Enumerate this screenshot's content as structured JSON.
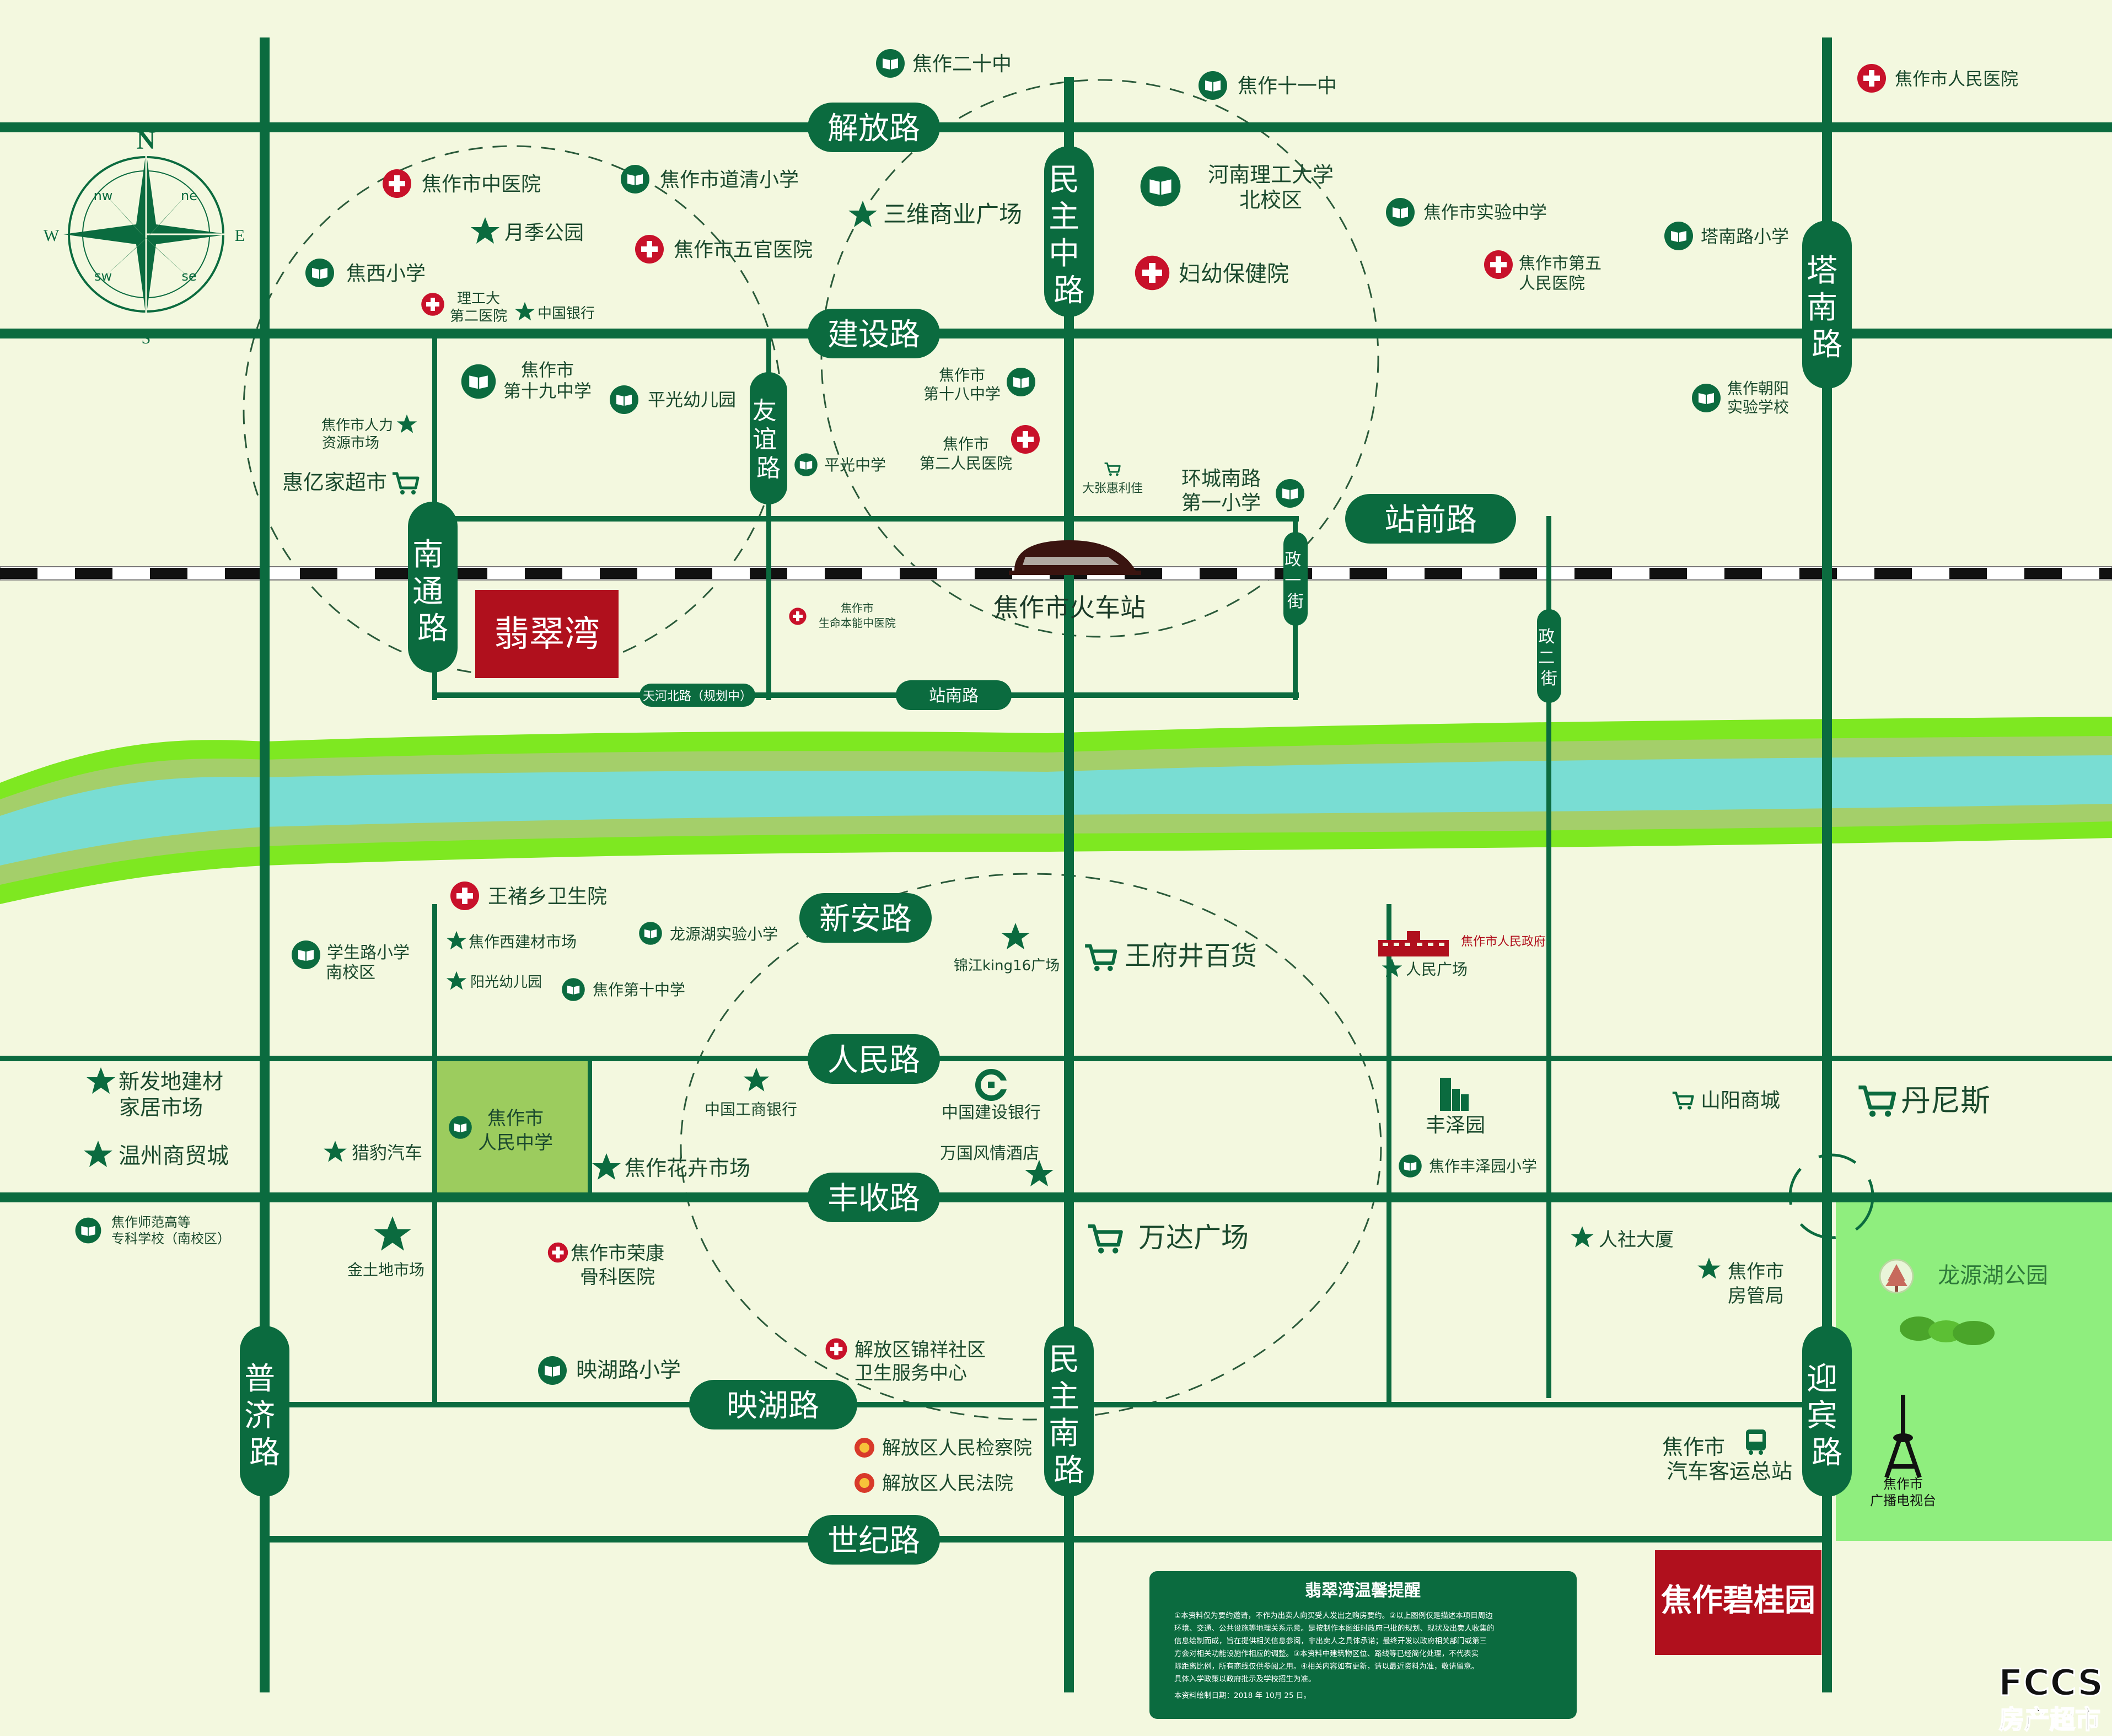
{
  "colors": {
    "background": "#f3f8df",
    "road": "#0b6b3f",
    "road_label": "#ffffff",
    "poi_text": "#1b4a2e",
    "hospital": "#c8112a",
    "school": "#0b6b3f",
    "river_water": "#79ddd3",
    "river_bank_outer": "#7ee821",
    "river_bank_inner": "#a4cf6a",
    "project_red": "#b0101d",
    "park": "#8fee7e",
    "school_highlight": "#9ccc5e"
  },
  "roads": {
    "jiefang": "解放路",
    "jianshe": "建设路",
    "zhanqian": "站前路",
    "xinan": "新安路",
    "renmin": "人民路",
    "fengshou": "丰收路",
    "yinghu": "映湖路",
    "shiji": "世纪路",
    "minzhu_zhong": "民主中路",
    "minzhu_nan": "民主南路",
    "tanan": "塔南路",
    "yingbin": "迎宾路",
    "nantong": "南通路",
    "puji": "普济路",
    "youyi": "友谊路",
    "zhengyi": "政一街",
    "zhenger": "政二街",
    "tianhe": "天河北路（规划中）",
    "zhannan": "站南路"
  },
  "railway_station": "焦作市火车站",
  "compass": {
    "n": "N",
    "s": "S",
    "e": "E",
    "w": "W",
    "ne": "ne",
    "nw": "nw",
    "se": "se",
    "sw": "sw"
  },
  "project": {
    "name": "翡翠湾"
  },
  "competitor": {
    "name": "焦作碧桂园"
  },
  "pois": {
    "jiaozuo20": "焦作二十中",
    "jiaozuo11": "焦作十一中",
    "people_hospital": "焦作市人民医院",
    "tcm_hospital": "焦作市中医院",
    "daoqing_school": "焦作市道清小学",
    "sanwei": "三维商业广场",
    "hpu_line1": "河南理工大学",
    "hpu_line2": "北校区",
    "experimental_ms": "焦作市实验中学",
    "yueji_park": "月季公园",
    "wuguan_hospital": "焦作市五官医院",
    "fifth_hosp_l1": "焦作市第五",
    "fifth_hosp_l2": "人民医院",
    "tanan_school": "塔南路小学",
    "jiaoxi_school": "焦西小学",
    "lg2_l1": "理工大",
    "lg2_l2": "第二医院",
    "boc": "中国银行",
    "fuyou": "妇幼保健院",
    "no19_l1": "焦作市",
    "no19_l2": "第十九中学",
    "pingguang_kg": "平光幼儿园",
    "no18_l1": "焦作市",
    "no18_l2": "第十八中学",
    "chaoyang_l1": "焦作朝阳",
    "chaoyang_l2": "实验学校",
    "hr_l1": "焦作市人力",
    "hr_l2": "资源市场",
    "pingguang_ms": "平光中学",
    "second_hosp_l1": "焦作市",
    "second_hosp_l2": "第二人民医院",
    "huiyijia": "惠亿家超市",
    "dazhang": "大张惠利佳",
    "huancheng_l1": "环城南路",
    "huancheng_l2": "第一小学",
    "shengming_l1": "焦作市",
    "shengming_l2": "生命本能中医院",
    "wangchu": "王褚乡卫生院",
    "xueshenglu_l1": "学生路小学",
    "xueshenglu_l2": "南校区",
    "jiaoxi_building": "焦作西建材市场",
    "longyuanhu_school": "龙源湖实验小学",
    "jinjiang_king": "锦江king16广场",
    "wangfujing": "王府井百货",
    "city_gov": "焦作市人民政府",
    "people_square": "人民广场",
    "yangguang_kg": "阳光幼儿园",
    "no10": "焦作第十中学",
    "xinfa_l1": "新发地建材",
    "xinfa_l2": "家居市场",
    "wenzhou": "温州商贸城",
    "renmin_ms_l1": "焦作市",
    "renmin_ms_l2": "人民中学",
    "icbc": "中国工商银行",
    "ccb": "中国建设银行",
    "fengze": "丰泽园",
    "shanyang": "山阳商城",
    "dennis": "丹尼斯",
    "liebao": "猎豹汽车",
    "huahui": "焦作花卉市场",
    "wanguo": "万国风情酒店",
    "fengze_school": "焦作丰泽园小学",
    "normal_l1": "焦作师范高等",
    "normal_l2": "专科学校（南校区）",
    "jintudi": "金土地市场",
    "rongkang_l1": "焦作市荣康",
    "rongkang_l2": "骨科医院",
    "wanda": "万达广场",
    "renshe": "人社大厦",
    "housing_l1": "焦作市",
    "housing_l2": "房管局",
    "longyuanhu_park": "龙源湖公园",
    "yinghu_school": "映湖路小学",
    "jinxiang_l1": "解放区锦祥社区",
    "jinxiang_l2": "卫生服务中心",
    "procuratorate": "解放区人民检察院",
    "court": "解放区人民法院",
    "bus_l1": "焦作市",
    "bus_l2": "汽车客运总站",
    "tv_l1": "焦作市",
    "tv_l2": "广播电视台"
  },
  "notice": {
    "title": "翡翠湾温馨提醒",
    "lines": [
      "①本资料仅为要约邀请，不作为出卖人向买受人发出之购房要约。②以上图例仅是描述本项目周边",
      "环境、交通、公共设施等地理关系示意。是按制作本图纸时政府已批的规划、现状及出卖人收集的",
      "信息绘制而成，旨在提供相关信息参阅，非出卖人之具体承诺；最终开发以政府相关部门或第三",
      "方会对相关功能设施作相应的调整。③本资料中建筑物区位、路线等已经简化处理，不代表实",
      "际距离比例，所有商线仅供参阅之用。④相关内容如有更新，请以最近资料为准，敬请留意。",
      "具体入学政策以政府批示及学校招生为准。",
      "本资料绘制日期：2018 年 10月 25 日。"
    ]
  },
  "watermark": {
    "logo": "FCCS",
    "text": "房产超市"
  }
}
